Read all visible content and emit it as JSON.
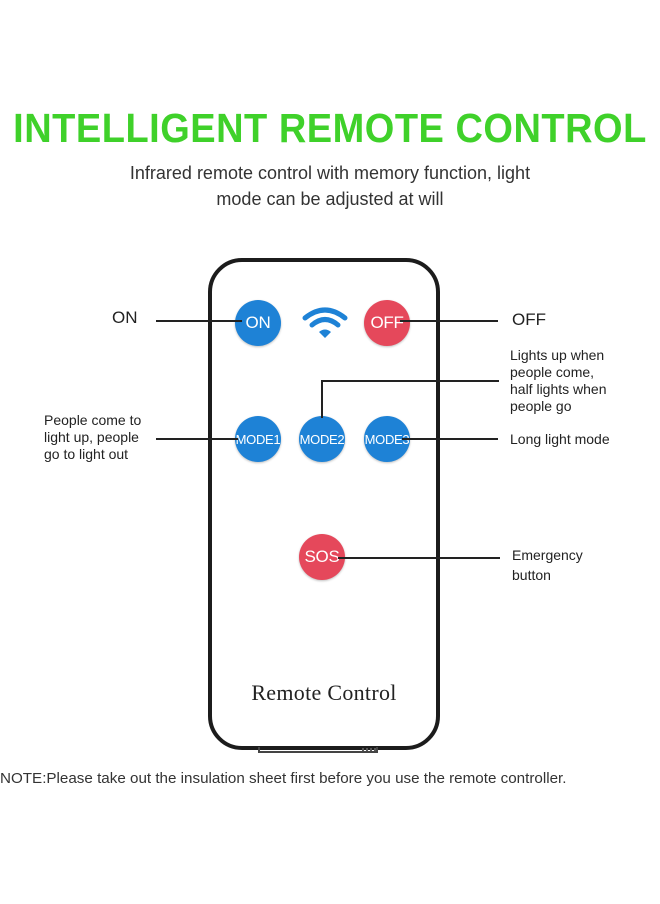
{
  "title": "INTELLIGENT REMOTE CONTROL",
  "subtitle": [
    "Infrared remote control with memory function, light",
    "mode can be adjusted at will"
  ],
  "remote": {
    "brand": "Remote Control",
    "buttons": {
      "on": "ON",
      "off": "OFF",
      "mode1": "MODE1",
      "mode2": "MODE2",
      "mode3": "MODE3",
      "sos": "SOS"
    }
  },
  "callouts": {
    "on": "ON",
    "off": "OFF",
    "mode1": [
      "People come to",
      "light up, people",
      "go to light out"
    ],
    "mode2": [
      "Lights up when",
      "people come,",
      "half lights when",
      "people go"
    ],
    "mode3": "Long light mode",
    "sos": [
      "Emergency",
      "button"
    ]
  },
  "note": "NOTE:Please take out the insulation sheet first before you use the remote controller.",
  "colors": {
    "title_green": "#3fd12a",
    "button_blue": "#1e82d6",
    "button_red": "#e5485b",
    "signal_blue": "#1e82d6"
  },
  "icons": {
    "signal": "wifi-signal-icon"
  }
}
